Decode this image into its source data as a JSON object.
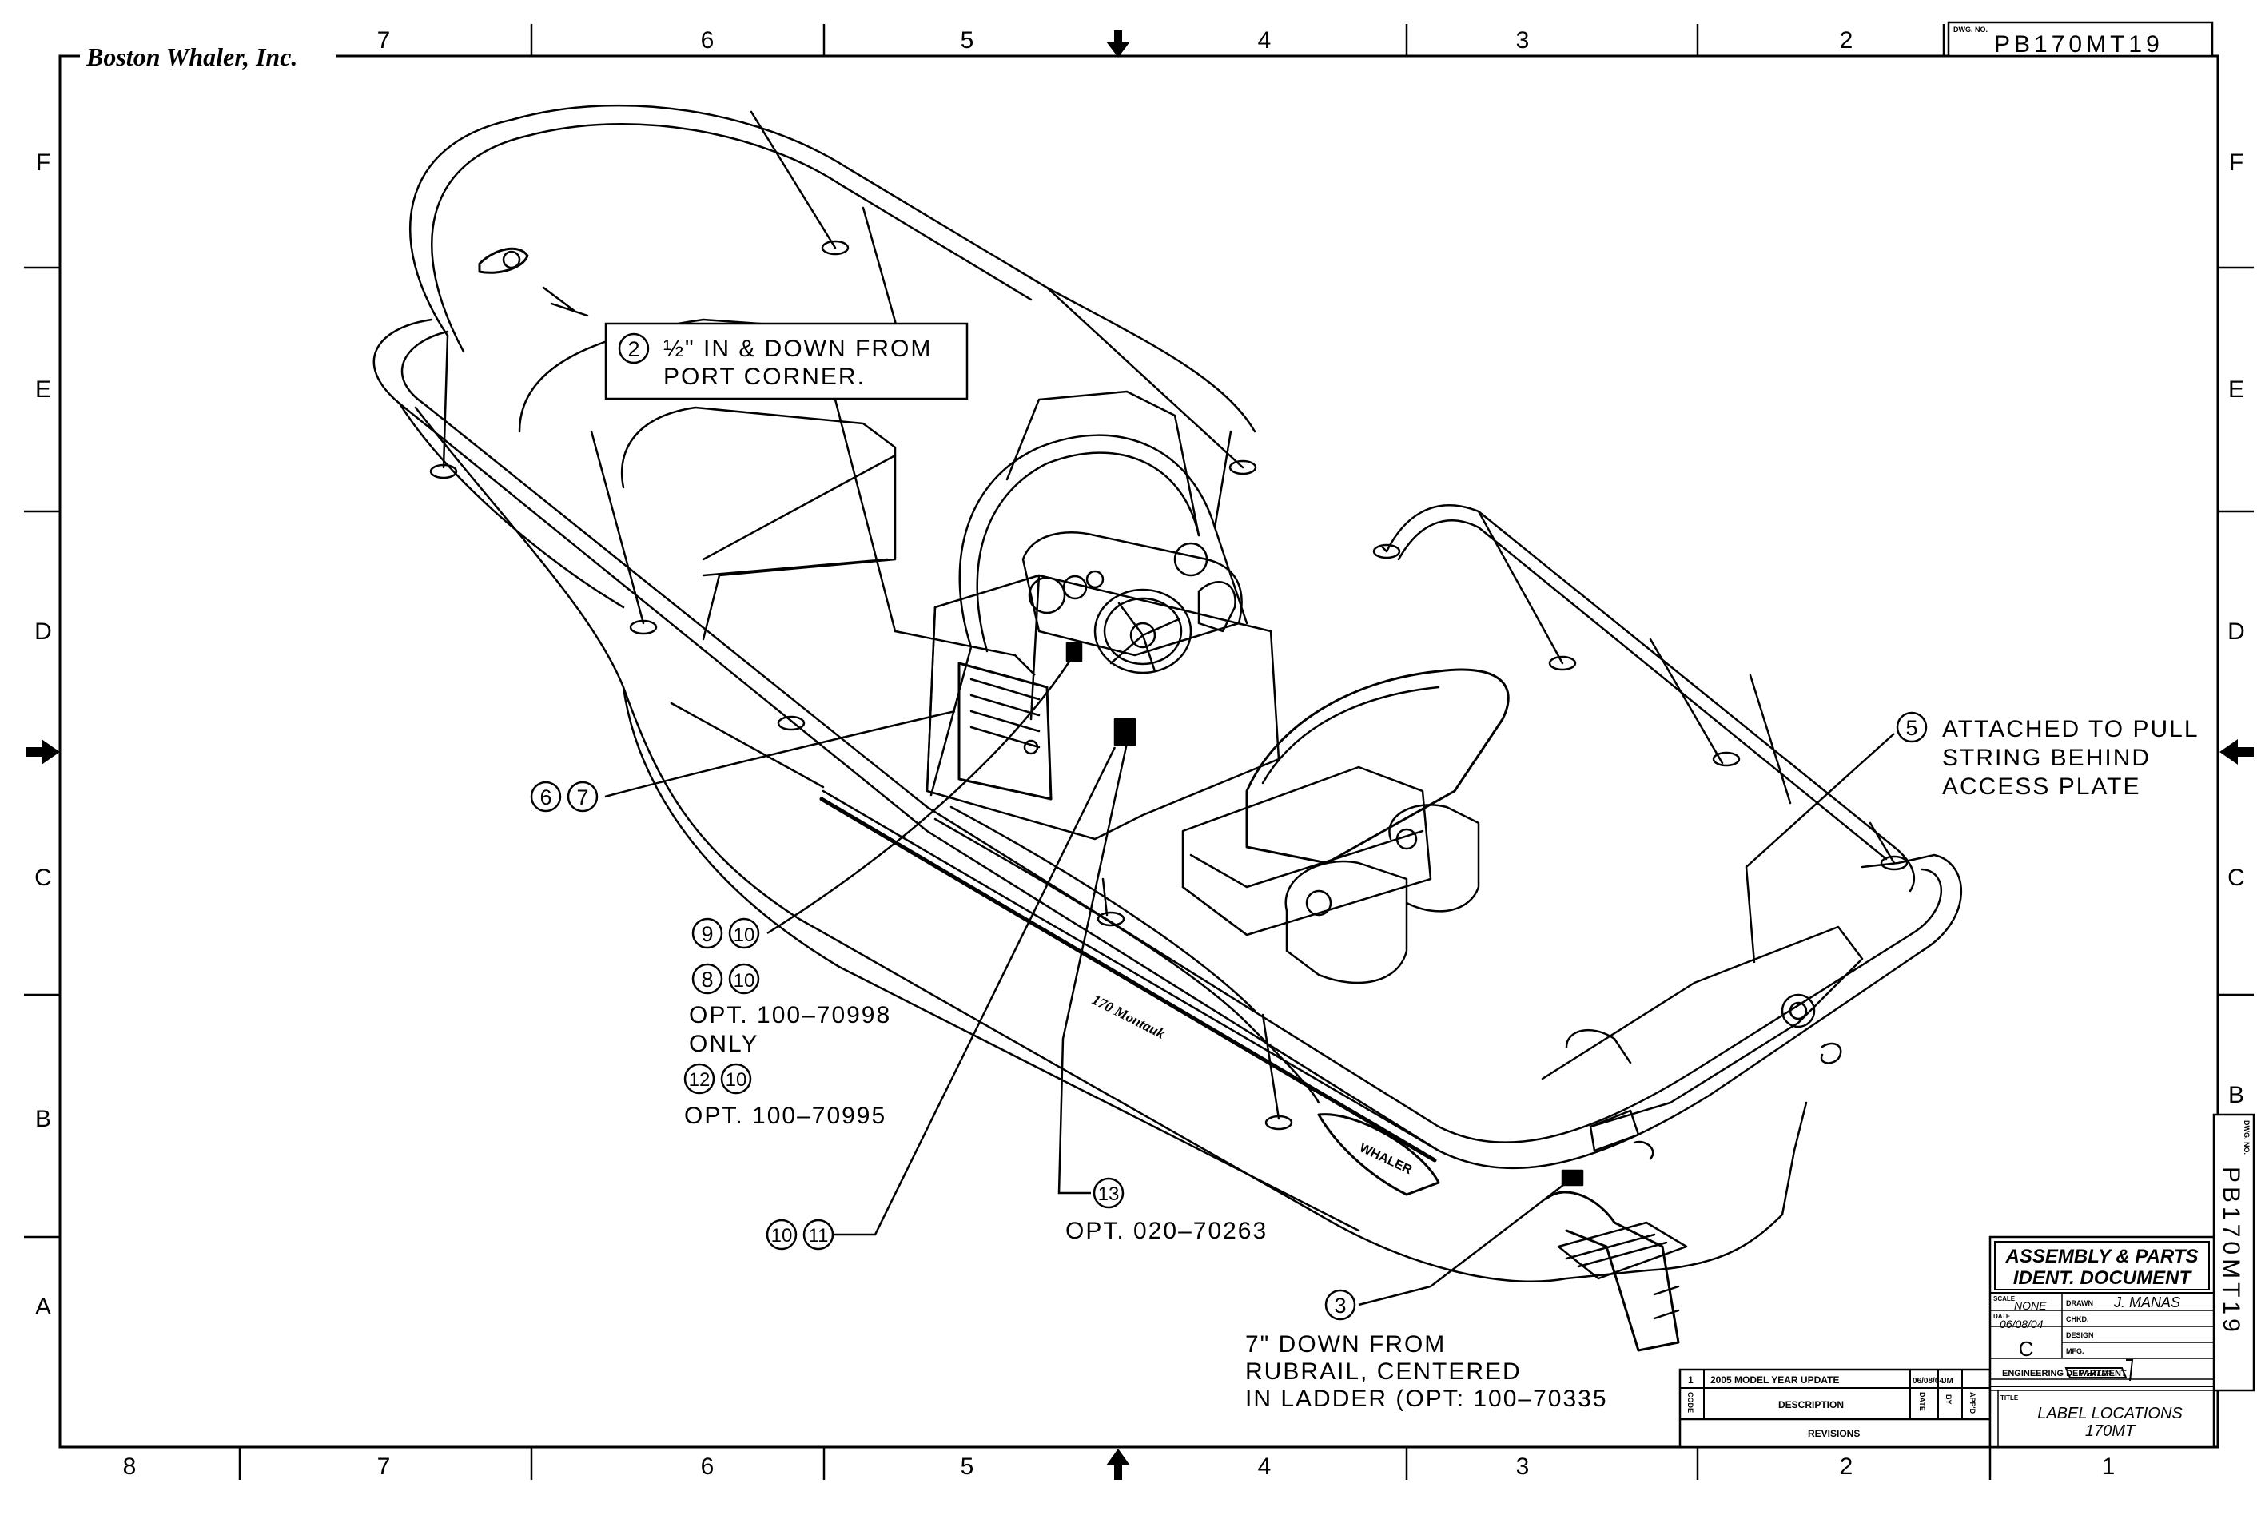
{
  "company": "Boston Whaler, Inc.",
  "drawing_number": "PB170MT19",
  "drawing_number_label": "DWG. NO.",
  "zones": {
    "top": [
      "7",
      "6",
      "5",
      "4",
      "3",
      "2"
    ],
    "bottom": [
      "8",
      "7",
      "6",
      "5",
      "4",
      "3",
      "2",
      "1"
    ],
    "left": [
      "F",
      "E",
      "D",
      "C",
      "B",
      "A"
    ],
    "right": [
      "F",
      "E",
      "D",
      "C",
      "B"
    ]
  },
  "callouts": {
    "c2": {
      "num": "2",
      "line1": "½\" IN & DOWN FROM",
      "line2": "PORT CORNER."
    },
    "c5": {
      "num": "5",
      "line1": "ATTACHED TO PULL",
      "line2": "STRING BEHIND",
      "line3": "ACCESS PLATE"
    },
    "c67": {
      "a": "6",
      "b": "7"
    },
    "c910": {
      "a": "9",
      "b": "10"
    },
    "c810": {
      "a": "8",
      "b": "10",
      "line1": "OPT. 100–70998",
      "line2": "ONLY"
    },
    "c1210": {
      "a": "12",
      "b": "10",
      "line1": "OPT. 100–70995"
    },
    "c1011": {
      "a": "10",
      "b": "11"
    },
    "c13": {
      "num": "13",
      "line1": "OPT. 020–70263"
    },
    "c3": {
      "num": "3",
      "line1": "7\" DOWN FROM",
      "line2": "RUBRAIL, CENTERED",
      "line3": "IN LADDER (OPT: 100–70335"
    }
  },
  "revisions": {
    "code": "1",
    "description": "2005 MODEL YEAR UPDATE",
    "date": "06/08/04",
    "by": "JM",
    "header_code": "CODE",
    "header_description": "DESCRIPTION",
    "header_date": "DATE",
    "header_by": "BY",
    "header_appd": "APP'D",
    "footer": "REVISIONS"
  },
  "title_block": {
    "doc_line1": "ASSEMBLY & PARTS",
    "doc_line2": "IDENT. DOCUMENT",
    "scale_label": "SCALE",
    "scale_value": "NONE",
    "drawn_label": "DRAWN",
    "drawn_value": "J. MANAS",
    "date_label": "DATE",
    "date_value": "06/08/04",
    "chkd_label": "CHKD.",
    "design_label": "DESIGN",
    "rev_value": "C",
    "mfg_label": "MFG.",
    "logo_text": "WHALER",
    "dept": "ENGINEERING DEPARTMENT",
    "title_label": "TITLE",
    "title_line1": "LABEL LOCATIONS",
    "title_line2": "170MT"
  },
  "hull_text": "170 Montauk",
  "transom_logo_text": "WHALER"
}
